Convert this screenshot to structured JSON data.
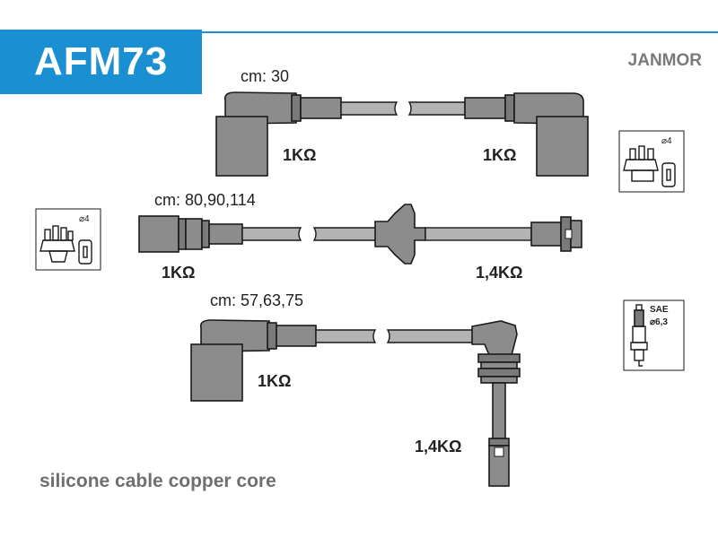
{
  "header": {
    "code": "AFM73",
    "brand": "JANMOR"
  },
  "cables": [
    {
      "length": "cm: 30",
      "resistances": [
        "1KΩ",
        "1KΩ"
      ]
    },
    {
      "length": "cm: 80,90,114",
      "resistances": [
        "1KΩ",
        "1,4KΩ"
      ]
    },
    {
      "length": "cm: 57,63,75",
      "resistances": [
        "1KΩ",
        "1,4KΩ"
      ]
    }
  ],
  "icons": {
    "cap_right": {
      "label": "⌀4"
    },
    "cap_left": {
      "label": "⌀4"
    },
    "spark_plug": {
      "standard": "SAE",
      "size": "⌀6,3"
    }
  },
  "footer": {
    "text": "silicone cable copper core"
  },
  "colors": {
    "accent": "#1a8fd1",
    "part_fill": "#8c8c8c",
    "cable_fill": "#b3b3b3",
    "brand_text": "#7a7a7a"
  }
}
